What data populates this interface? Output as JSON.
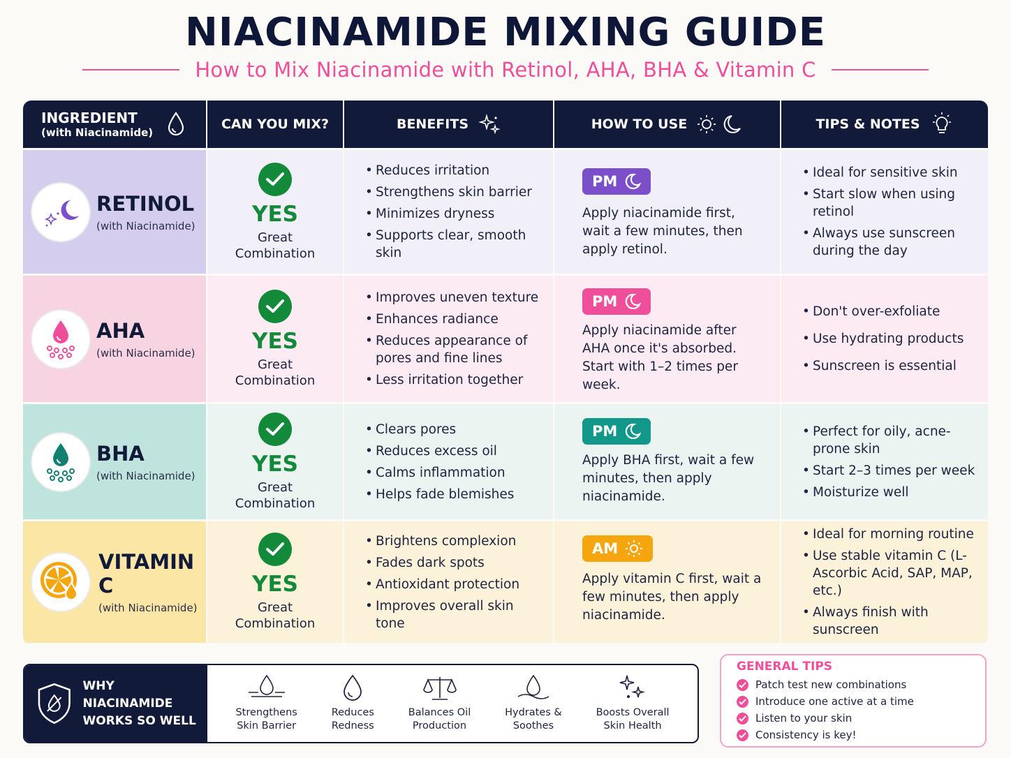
{
  "header": {
    "title": "NIACINAMIDE MIXING GUIDE",
    "subtitle": "How to Mix Niacinamide with Retinol, AHA, BHA & Vitamin C"
  },
  "columns": {
    "ingredient": "INGREDIENT",
    "ingredient_sub": "(with Niacinamide)",
    "mix": "CAN YOU MIX?",
    "benefits": "BENEFITS",
    "how": "HOW TO USE",
    "tips": "TIPS & NOTES"
  },
  "rows": [
    {
      "name": "RETINOL",
      "sub": "(with Niacinamide)",
      "mix": "YES",
      "mix_note": "Great Combination",
      "benefits": [
        "Reduces irritation",
        "Strengthens skin barrier",
        "Minimizes dryness",
        "Supports clear, smooth skin"
      ],
      "badge": "PM",
      "how": "Apply niacinamide first, wait a few minutes, then apply retinol.",
      "tips": [
        "Ideal for sensitive skin",
        "Start slow when using retinol",
        "Always use sunscreen during the day"
      ]
    },
    {
      "name": "AHA",
      "sub": "(with Niacinamide)",
      "mix": "YES",
      "mix_note": "Great Combination",
      "benefits": [
        "Improves uneven texture",
        "Enhances radiance",
        "Reduces appearance of pores and fine lines",
        "Less irritation together"
      ],
      "badge": "PM",
      "how": "Apply niacinamide after AHA once it's absorbed. Start with 1–2 times per week.",
      "tips": [
        "Don't over-exfoliate",
        "Use hydrating products",
        "Sunscreen is essential"
      ]
    },
    {
      "name": "BHA",
      "sub": "(with Niacinamide)",
      "mix": "YES",
      "mix_note": "Great Combination",
      "benefits": [
        "Clears pores",
        "Reduces excess oil",
        "Calms inflammation",
        "Helps fade blemishes"
      ],
      "badge": "PM",
      "how": "Apply BHA first, wait a few minutes, then apply niacinamide.",
      "tips": [
        "Perfect for oily, acne-prone skin",
        "Start 2–3 times per week",
        "Moisturize well"
      ]
    },
    {
      "name": "VITAMIN C",
      "sub": "(with Niacinamide)",
      "mix": "YES",
      "mix_note": "Great Combination",
      "benefits": [
        "Brightens complexion",
        "Fades dark spots",
        "Antioxidant protection",
        "Improves overall skin tone"
      ],
      "badge": "AM",
      "how": "Apply vitamin C first, wait a few minutes, then apply niacinamide.",
      "tips": [
        "Ideal for morning routine",
        "Use stable vitamin C (L-Ascorbic Acid, SAP, MAP, etc.)",
        "Always finish with sunscreen"
      ]
    }
  ],
  "why": {
    "title_line1": "WHY NIACINAMIDE",
    "title_line2": "WORKS SO WELL",
    "items": [
      {
        "line1": "Strengthens",
        "line2": "Skin Barrier"
      },
      {
        "line1": "Reduces",
        "line2": "Redness"
      },
      {
        "line1": "Balances Oil",
        "line2": "Production"
      },
      {
        "line1": "Hydrates &",
        "line2": "Soothes"
      },
      {
        "line1": "Boosts Overall",
        "line2": "Skin Health"
      }
    ]
  },
  "general": {
    "title": "GENERAL TIPS",
    "items": [
      "Patch test new combinations",
      "Introduce one active at a time",
      "Listen to your skin",
      "Consistency is key!"
    ]
  },
  "colors": {
    "navy": "#121a3a",
    "pink": "#ef4f9a",
    "green": "#138a3a",
    "retinol_bg": "#d4cdee",
    "aha_bg": "#f8d3e2",
    "bha_bg": "#bfe3dd",
    "vitc_bg": "#fbe6a6",
    "retinol_badge": "#7b4fc9",
    "aha_badge": "#ef4f9a",
    "bha_badge": "#12988a",
    "vitc_badge": "#f5a60f"
  }
}
